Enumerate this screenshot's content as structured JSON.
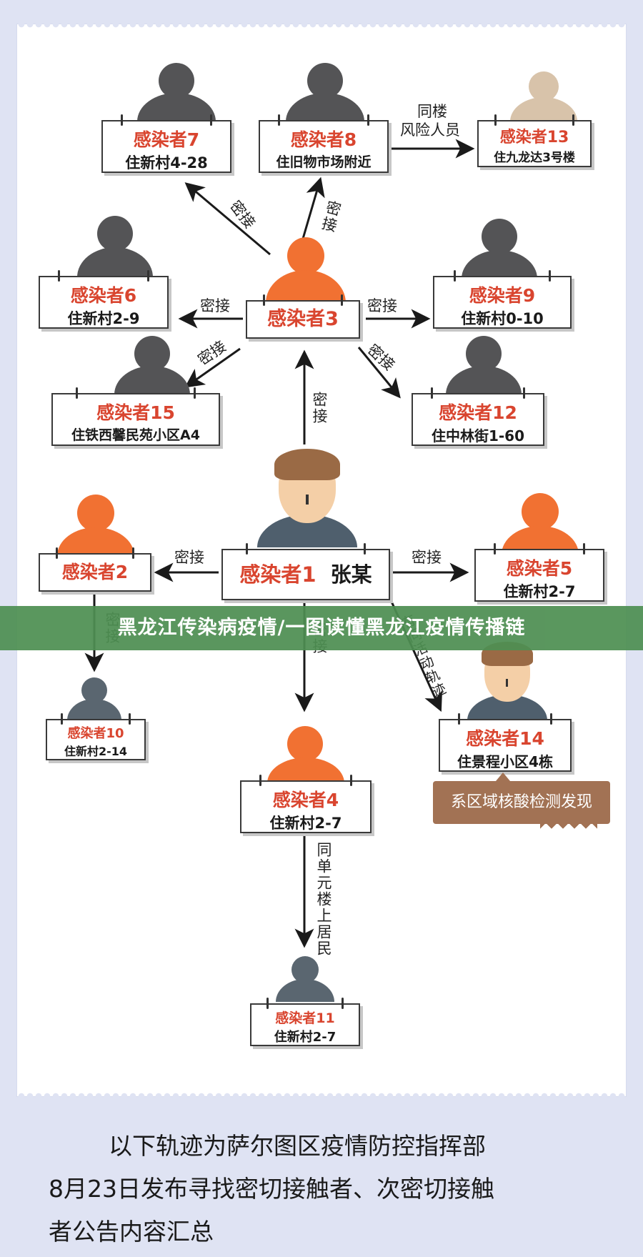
{
  "colors": {
    "orange": "#f17132",
    "gray": "#545456",
    "tan": "#d8c3aa",
    "slate": "#5a6670",
    "title_red": "#d9452f",
    "banner_green": "#4e8f52",
    "callout_brown": "#a27254"
  },
  "banner": "黑龙江传染病疫情/一图读懂黑龙江疫情传播链",
  "cards": {
    "c1": {
      "title": "感染者1",
      "extra": "张某"
    },
    "c2": {
      "title": "感染者2"
    },
    "c3": {
      "title": "感染者3"
    },
    "c4": {
      "title": "感染者4",
      "addr": "住新村2-7"
    },
    "c5": {
      "title": "感染者5",
      "addr": "住新村2-7"
    },
    "c6": {
      "title": "感染者6",
      "addr": "住新村2-9"
    },
    "c7": {
      "title": "感染者7",
      "addr": "住新村4-28"
    },
    "c8": {
      "title": "感染者8",
      "addr": "住旧物市场附近"
    },
    "c9": {
      "title": "感染者9",
      "addr": "住新村0-10"
    },
    "c10": {
      "title": "感染者10",
      "addr": "住新村2-14"
    },
    "c11": {
      "title": "感染者11",
      "addr": "住新村2-7"
    },
    "c12": {
      "title": "感染者12",
      "addr": "住中林街1-60"
    },
    "c13": {
      "title": "感染者13",
      "addr": "住九龙达3号楼"
    },
    "c14": {
      "title": "感染者14",
      "addr": "住景程小区4栋"
    },
    "c15": {
      "title": "感染者15",
      "addr": "住铁西馨民苑小区A4"
    }
  },
  "labels": {
    "close_contact": "密接",
    "same_building": "同楼",
    "risk_person": "风险人员",
    "same_unit_upstairs": "同单元楼上居民",
    "same_activity_track": "有同活动轨迹"
  },
  "callout": "系区域核酸检测发现",
  "footer": {
    "line1": "以下轨迹为萨尔图区疫情防控指挥部",
    "line2": "8月23日发布寻找密切接触者、次密切接触",
    "line3": "者公告内容汇总"
  }
}
